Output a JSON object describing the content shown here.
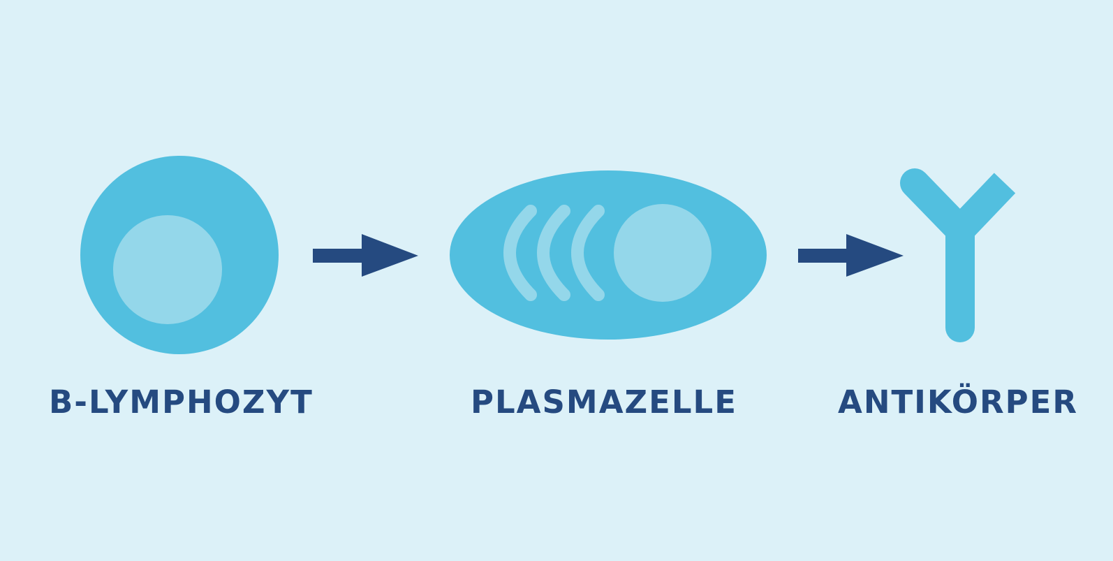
{
  "stages": [
    {
      "label": "B-LYMPHOZYT"
    },
    {
      "label": "PLASMAZELLE"
    },
    {
      "label": "ANTIKÖRPER"
    }
  ],
  "colors": {
    "background": "#dcf1f8",
    "cell": "#52bfdf",
    "nucleus": "#94d7ea",
    "arrow": "#254a80",
    "text": "#254a80"
  },
  "icons": [
    "b-lymphocyte-icon",
    "arrow-right-icon",
    "plasma-cell-icon",
    "arrow-right-icon",
    "antibody-icon"
  ]
}
